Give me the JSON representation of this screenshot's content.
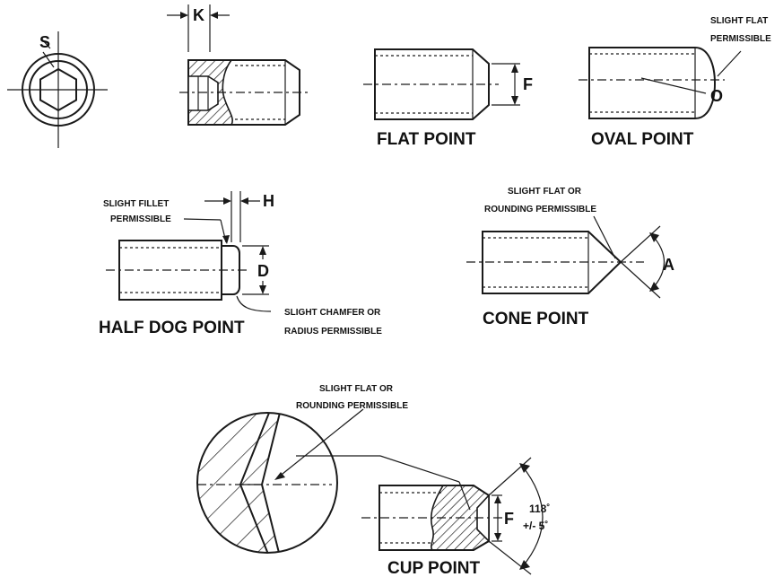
{
  "labels": {
    "s": "S",
    "k": "K",
    "f": "F",
    "o": "O",
    "h": "H",
    "d": "D",
    "a": "A",
    "f2": "F",
    "angle_1": "118˚",
    "angle_2": "+/- 5˚"
  },
  "titles": {
    "flat_point": "FLAT POINT",
    "oval_point": "OVAL POINT",
    "half_dog_point": "HALF DOG POINT",
    "cone_point": "CONE POINT",
    "cup_point": "CUP POINT"
  },
  "notes": {
    "oval_flat_1": "SLIGHT FLAT",
    "oval_flat_2": "PERMISSIBLE",
    "fillet_1": "SLIGHT FILLET",
    "fillet_2": "PERMISSIBLE",
    "chamfer_1": "SLIGHT CHAMFER OR",
    "chamfer_2": "RADIUS PERMISSIBLE",
    "cone_flat_1": "SLIGHT FLAT OR",
    "cone_flat_2": "ROUNDING PERMISSIBLE",
    "cup_flat_1": "SLIGHT FLAT OR",
    "cup_flat_2": "ROUNDING PERMISSIBLE"
  }
}
